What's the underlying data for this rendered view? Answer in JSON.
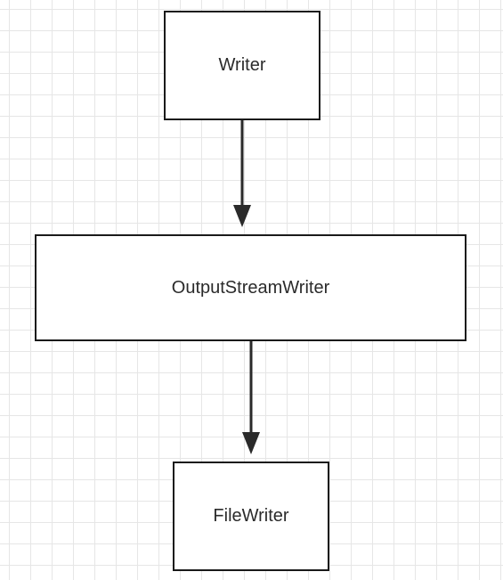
{
  "diagram": {
    "nodes": [
      {
        "id": "writer",
        "label": "Writer"
      },
      {
        "id": "outputstreamwriter",
        "label": "OutputStreamWriter"
      },
      {
        "id": "filewriter",
        "label": "FileWriter"
      }
    ],
    "edges": [
      {
        "from": "writer",
        "to": "outputstreamwriter"
      },
      {
        "from": "outputstreamwriter",
        "to": "filewriter"
      }
    ],
    "colors": {
      "stroke": "#1a1a1a",
      "grid": "#e6e6e6",
      "text": "#2b2b2b",
      "background": "#ffffff"
    }
  }
}
